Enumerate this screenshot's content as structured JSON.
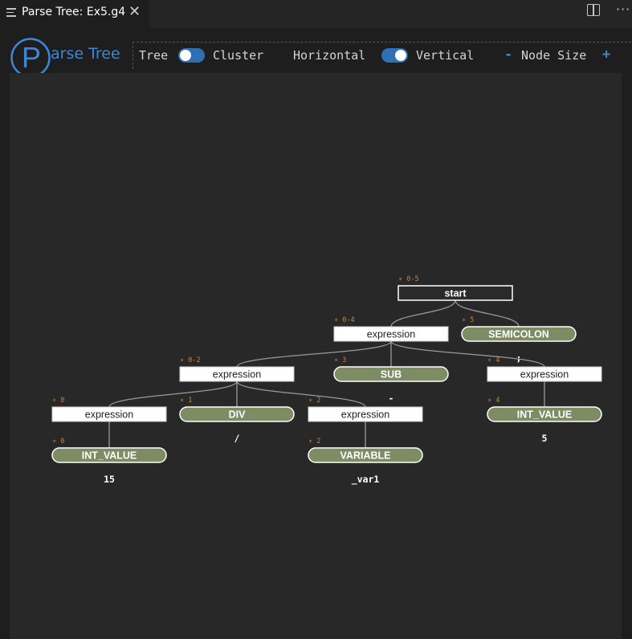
{
  "tab": {
    "title": "Parse Tree: Ex5.g4",
    "close_glyph": "✕",
    "icon": "list-icon"
  },
  "editor_actions": {
    "split": "split-editor-icon",
    "more": "···"
  },
  "header": {
    "logo_letter": "P",
    "title": "arse Tree"
  },
  "toolbar": {
    "tree_label": "Tree",
    "cluster_label": "Cluster",
    "horizontal_label": "Horizontal",
    "vertical_label": "Vertical",
    "decrease_label": "-",
    "node_size_label": "Node Size",
    "increase_label": "+",
    "tree_cluster_toggle_on": true,
    "orientation_toggle_on": true
  },
  "colors": {
    "rule_fill": "#ffffff",
    "token_fill": "#7e8c64",
    "range_text": "#c6843b",
    "edge": "#9a9a9a",
    "accent": "#3c87d8"
  },
  "tree": {
    "nodes": [
      {
        "id": "start",
        "label": "start",
        "range": "0-5",
        "kind": "root"
      },
      {
        "id": "expr1",
        "label": "expression",
        "range": "0-4",
        "kind": "rule",
        "parent": "start"
      },
      {
        "id": "semi",
        "label": "SEMICOLON",
        "range": "5",
        "kind": "token",
        "parent": "start",
        "text": ";"
      },
      {
        "id": "expr2",
        "label": "expression",
        "range": "0-2",
        "kind": "rule",
        "parent": "expr1"
      },
      {
        "id": "sub",
        "label": "SUB",
        "range": "3",
        "kind": "token",
        "parent": "expr1",
        "text": "-"
      },
      {
        "id": "expr3",
        "label": "expression",
        "range": "4",
        "kind": "rule",
        "parent": "expr1"
      },
      {
        "id": "expr4",
        "label": "expression",
        "range": "0",
        "kind": "rule",
        "parent": "expr2"
      },
      {
        "id": "div",
        "label": "DIV",
        "range": "1",
        "kind": "token",
        "parent": "expr2",
        "text": "/"
      },
      {
        "id": "expr5",
        "label": "expression",
        "range": "2",
        "kind": "rule",
        "parent": "expr2"
      },
      {
        "id": "int2",
        "label": "INT_VALUE",
        "range": "4",
        "kind": "token",
        "parent": "expr3",
        "text": "5"
      },
      {
        "id": "int1",
        "label": "INT_VALUE",
        "range": "0",
        "kind": "token",
        "parent": "expr4",
        "text": "15"
      },
      {
        "id": "var",
        "label": "VARIABLE",
        "range": "2",
        "kind": "token",
        "parent": "expr5",
        "text": "_var1"
      }
    ]
  }
}
